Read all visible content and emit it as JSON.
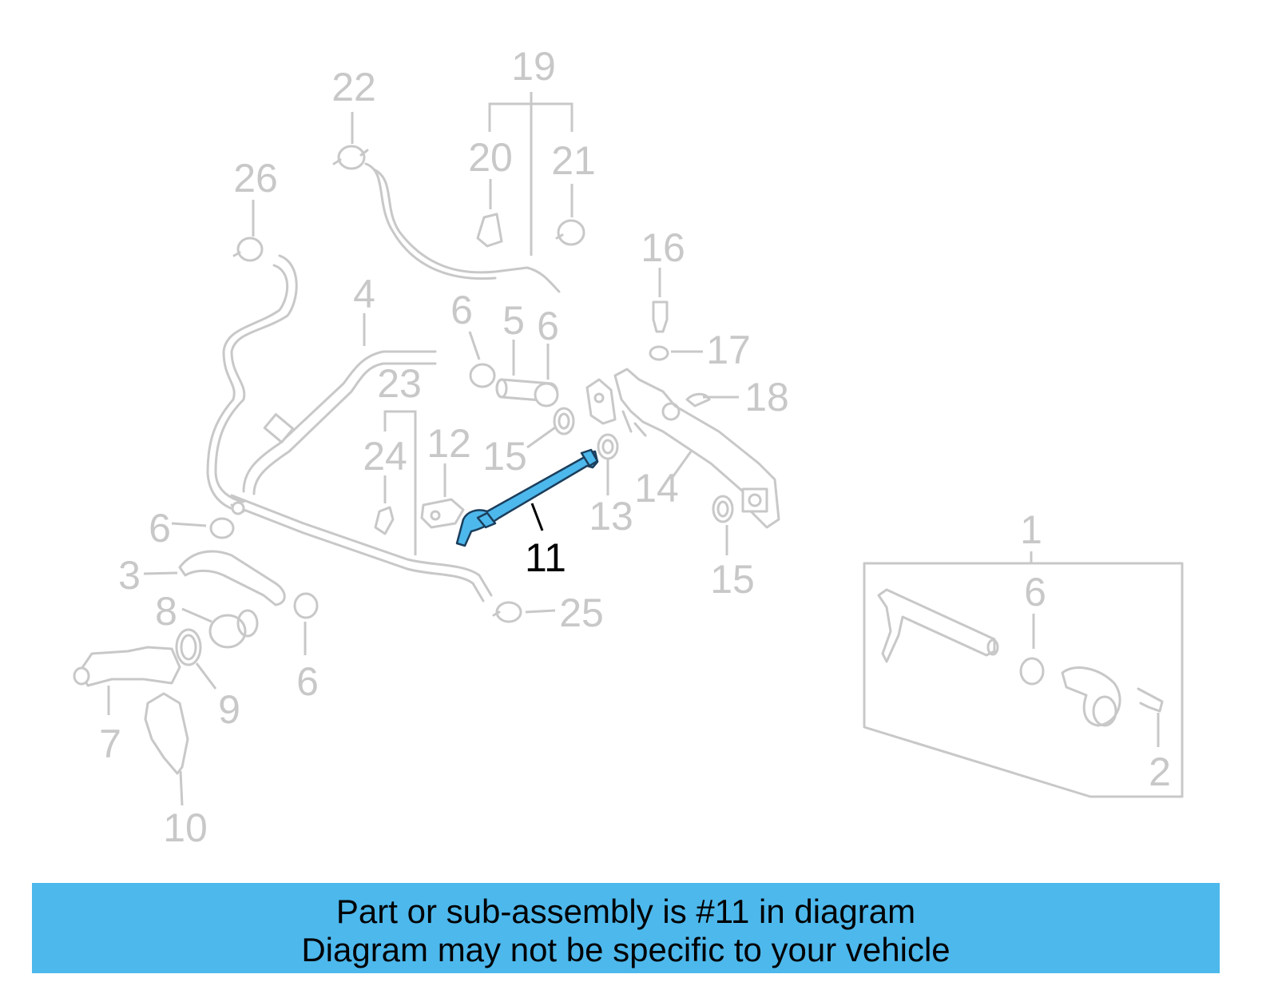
{
  "diagram": {
    "highlight_color": "#4db8ec",
    "ghost_color": "#c8c8c8",
    "highlighted_part": "11",
    "labels": [
      "22",
      "19",
      "20",
      "21",
      "26",
      "16",
      "4",
      "6",
      "5",
      "6",
      "17",
      "23",
      "18",
      "24",
      "12",
      "15",
      "6",
      "13",
      "14",
      "11",
      "3",
      "8",
      "25",
      "6",
      "9",
      "7",
      "10",
      "1",
      "6",
      "2",
      "15"
    ]
  },
  "banner": {
    "line1": "Part or sub-assembly is #11 in diagram",
    "line2": "Diagram may not be specific to your vehicle",
    "color": "#4db8ec"
  }
}
